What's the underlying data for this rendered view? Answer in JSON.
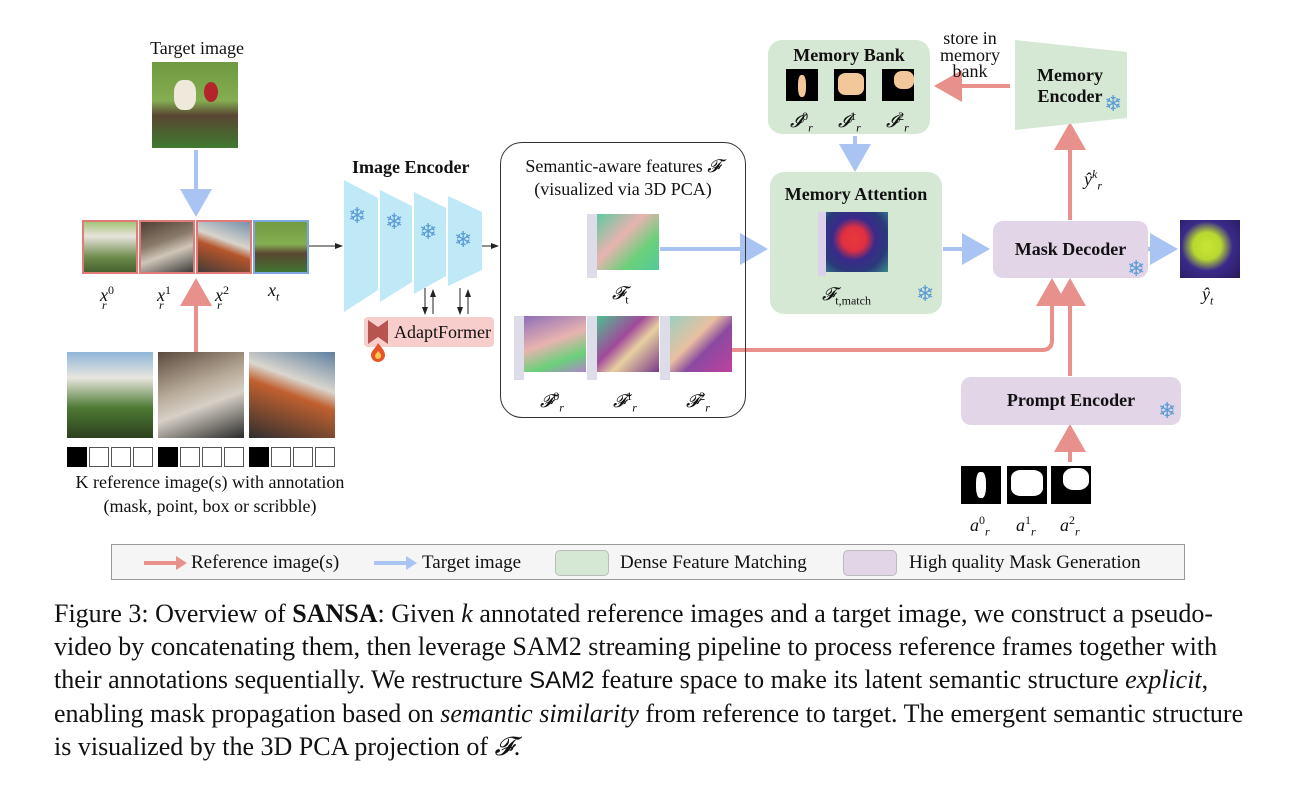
{
  "labels": {
    "target_image": "Target image",
    "image_encoder": "Image Encoder",
    "adaptformer": "AdaptFormer",
    "semantic_title": "Semantic-aware features",
    "semantic_symbol": "𝓕",
    "semantic_sub": "(visualized via 3D PCA)",
    "memory_bank": "Memory Bank",
    "store_line1": "store in",
    "store_line2": "memory",
    "store_line3": "bank",
    "memory_encoder_line1": "Memory",
    "memory_encoder_line2": "Encoder",
    "memory_attention": "Memory Attention",
    "mask_decoder": "Mask Decoder",
    "prompt_encoder": "Prompt Encoder",
    "ref_line1": "K reference image(s) with annotation",
    "ref_line2": "(mask, point, box or scribble)"
  },
  "math": {
    "xr0": "x",
    "xr0_sup": "0",
    "xr0_sub": "r",
    "xr1": "x",
    "xr1_sup": "1",
    "xr1_sub": "r",
    "xr2": "x",
    "xr2_sup": "2",
    "xr2_sub": "r",
    "xt": "x",
    "xt_sub": "t",
    "Ft": "𝓕",
    "Ft_sub": "t",
    "Fr0": "𝓕",
    "Fr0_sup": "0",
    "Fr0_sub": "r",
    "Fr1": "𝓕",
    "Fr1_sup": "1",
    "Fr1_sub": "r",
    "Fr2": "𝓕",
    "Fr2_sup": "2",
    "Fr2_sub": "r",
    "Ftm": "𝓕",
    "Ftm_sub": "t,match",
    "I0": "𝓘",
    "I0_sup": "0",
    "I0_sub": "r",
    "I1": "𝓘",
    "I1_sup": "1",
    "I1_sub": "r",
    "I2": "𝓘",
    "I2_sup": "2",
    "I2_sub": "r",
    "yrk": "ŷ",
    "yrk_sup": "k",
    "yrk_sub": "r",
    "yt": "ŷ",
    "yt_sub": "t",
    "a0": "a",
    "a0_sup": "0",
    "a0_sub": "r",
    "a1": "a",
    "a1_sup": "1",
    "a1_sub": "r",
    "a2": "a",
    "a2_sup": "2",
    "a2_sub": "r"
  },
  "legend": {
    "ref": "Reference image(s)",
    "target": "Target image",
    "dense": "Dense Feature Matching",
    "hq": "High quality Mask Generation"
  },
  "caption": {
    "prefix": "Figure 3: Overview of ",
    "bold": "SANSA",
    "p1": ": Given ",
    "k": "k",
    "p2": " annotated reference images and a target image, we construct a pseudo-video by concatenating them, then leverage SAM2 streaming pipeline to process reference frames together with their annotations sequentially. We restructure ",
    "sam2": "SAM2",
    "p3": " feature space to make its latent semantic structure ",
    "explicit": "explicit",
    "p4": ", enabling mask propagation based on ",
    "semsim": "semantic similarity",
    "p5": " from reference to target. The emergent semantic structure is visualized by the 3D PCA projection of ",
    "F": "𝓕",
    "end": "."
  },
  "colors": {
    "ref_arrow": "#e8908c",
    "target_arrow": "#a9c4f2",
    "dense_fill": "#d5e8d4",
    "hq_fill": "#e1d5e7",
    "encoder_fill": "#bfe9f7",
    "adaptformer_fill": "#f8cecc",
    "snowflake": "#5b9bd5"
  },
  "icons": {
    "snowflake": "❄",
    "fire": "🔥",
    "bowtie": "adaptformer-bowtie-icon"
  }
}
